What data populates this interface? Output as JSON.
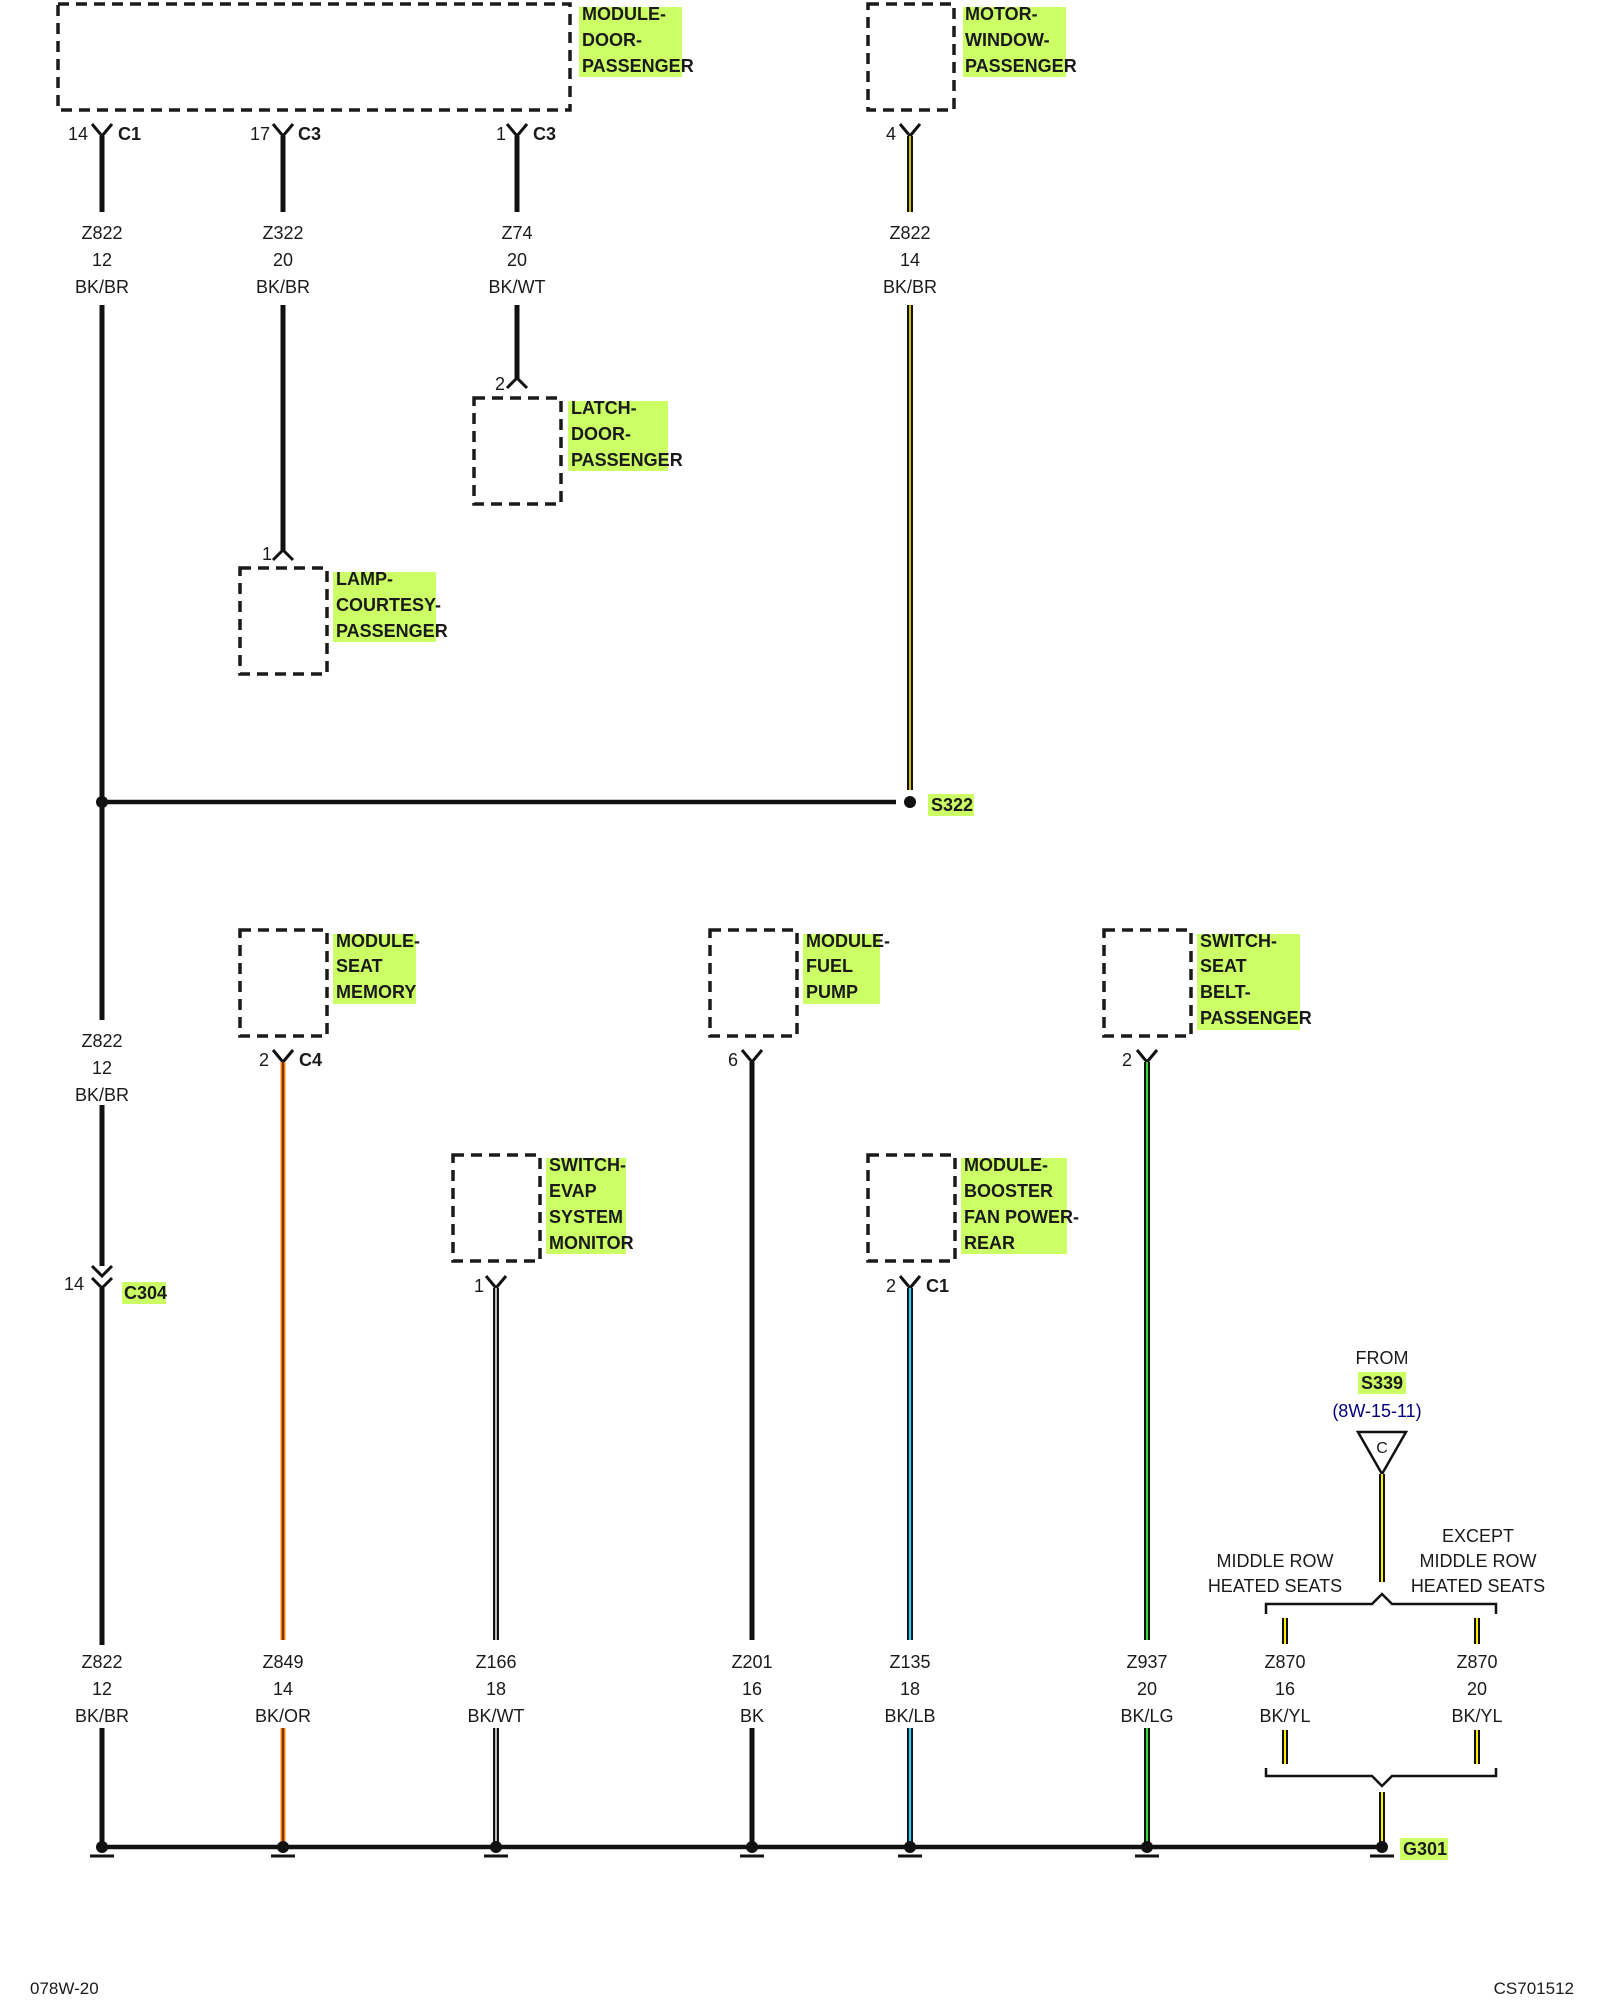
{
  "colors": {
    "label_highlight": "#ccff66",
    "wire_black": "#111111",
    "wire_brown": "#8b4513",
    "wire_orange": "#ff7f00",
    "wire_white": "#ffffff",
    "wire_yellow": "#ffee00",
    "wire_light_blue": "#33ccff",
    "wire_light_green": "#33dd33",
    "reference_text": "#00007a"
  },
  "components": {
    "module_door_passenger": [
      "MODULE-",
      "DOOR-",
      "PASSENGER"
    ],
    "motor_window_passenger": [
      "MOTOR-",
      "WINDOW-",
      "PASSENGER"
    ],
    "latch_door_passenger": [
      "LATCH-",
      "DOOR-",
      "PASSENGER"
    ],
    "lamp_courtesy_passenger": [
      "LAMP-",
      "COURTESY-",
      "PASSENGER"
    ],
    "module_seat_memory": [
      "MODULE-",
      "SEAT",
      "MEMORY"
    ],
    "module_fuel_pump": [
      "MODULE-",
      "FUEL",
      "PUMP"
    ],
    "switch_seat_belt_passenger": [
      "SWITCH-",
      "SEAT",
      "BELT-",
      "PASSENGER"
    ],
    "switch_evap_system_monitor": [
      "SWITCH-",
      "EVAP",
      "SYSTEM",
      "MONITOR"
    ],
    "module_booster_fan_power_rear": [
      "MODULE-",
      "BOOSTER",
      "FAN POWER-",
      "REAR"
    ]
  },
  "pins": {
    "mdp_14": {
      "pin": "14",
      "connector": "C1"
    },
    "mdp_17": {
      "pin": "17",
      "connector": "C3"
    },
    "mdp_1": {
      "pin": "1",
      "connector": "C3"
    },
    "mwp_4": {
      "pin": "4",
      "connector": ""
    },
    "latch_2": {
      "pin": "2",
      "connector": ""
    },
    "lamp_1": {
      "pin": "1",
      "connector": ""
    },
    "seat_mem_2": {
      "pin": "2",
      "connector": "C4"
    },
    "fuel_6": {
      "pin": "6",
      "connector": ""
    },
    "belt_2": {
      "pin": "2",
      "connector": ""
    },
    "evap_1": {
      "pin": "1",
      "connector": ""
    },
    "booster_2": {
      "pin": "2",
      "connector": "C1"
    },
    "c304_14": {
      "pin": "14",
      "connector": "C304"
    }
  },
  "wires": {
    "w1": [
      "Z822",
      "12",
      "BK/BR"
    ],
    "w2": [
      "Z322",
      "20",
      "BK/BR"
    ],
    "w3": [
      "Z74",
      "20",
      "BK/WT"
    ],
    "w4": [
      "Z822",
      "14",
      "BK/BR"
    ],
    "w5": [
      "Z822",
      "12",
      "BK/BR"
    ],
    "b1": [
      "Z822",
      "12",
      "BK/BR"
    ],
    "b2": [
      "Z849",
      "14",
      "BK/OR"
    ],
    "b3": [
      "Z166",
      "18",
      "BK/WT"
    ],
    "b4": [
      "Z201",
      "16",
      "BK"
    ],
    "b5": [
      "Z135",
      "18",
      "BK/LB"
    ],
    "b6": [
      "Z937",
      "20",
      "BK/LG"
    ],
    "b7": [
      "Z870",
      "16",
      "BK/YL"
    ],
    "b8": [
      "Z870",
      "20",
      "BK/YL"
    ]
  },
  "splices": {
    "s322": "S322",
    "g301": "G301"
  },
  "from_ref": {
    "from": "FROM",
    "splice": "S339",
    "page": "(8W-15-11)",
    "symbol": "C"
  },
  "options": {
    "left": [
      "MIDDLE ROW",
      "HEATED SEATS"
    ],
    "right": [
      "EXCEPT",
      "MIDDLE ROW",
      "HEATED SEATS"
    ]
  },
  "footer": {
    "page_id": "078W-20",
    "doc_id": "CS701512"
  }
}
